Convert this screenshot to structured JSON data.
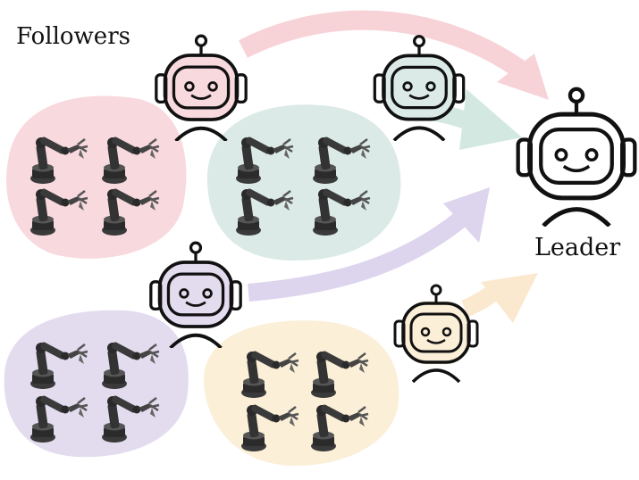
{
  "labels": {
    "followers": "Followers",
    "leader": "Leader"
  },
  "colors": {
    "pink": "#f8d9de",
    "teal": "#dbeae6",
    "purple": "#e3dcef",
    "cream": "#fbefd8",
    "arrow_pink": "#f7d3d8",
    "arrow_teal": "#d4e8e2",
    "arrow_purple": "#ddd4ee",
    "arrow_cream": "#fbe9cf",
    "outline": "#111111"
  },
  "groups": [
    {
      "name": "pink",
      "robot_arms": 4
    },
    {
      "name": "teal",
      "robot_arms": 4
    },
    {
      "name": "purple",
      "robot_arms": 4
    },
    {
      "name": "cream",
      "robot_arms": 4
    }
  ],
  "icons": {
    "follower_robot": "robot-head-icon",
    "leader_robot": "robot-head-icon",
    "robot_arm": "robot-arm-icon",
    "arrow": "curved-arrow-icon"
  }
}
